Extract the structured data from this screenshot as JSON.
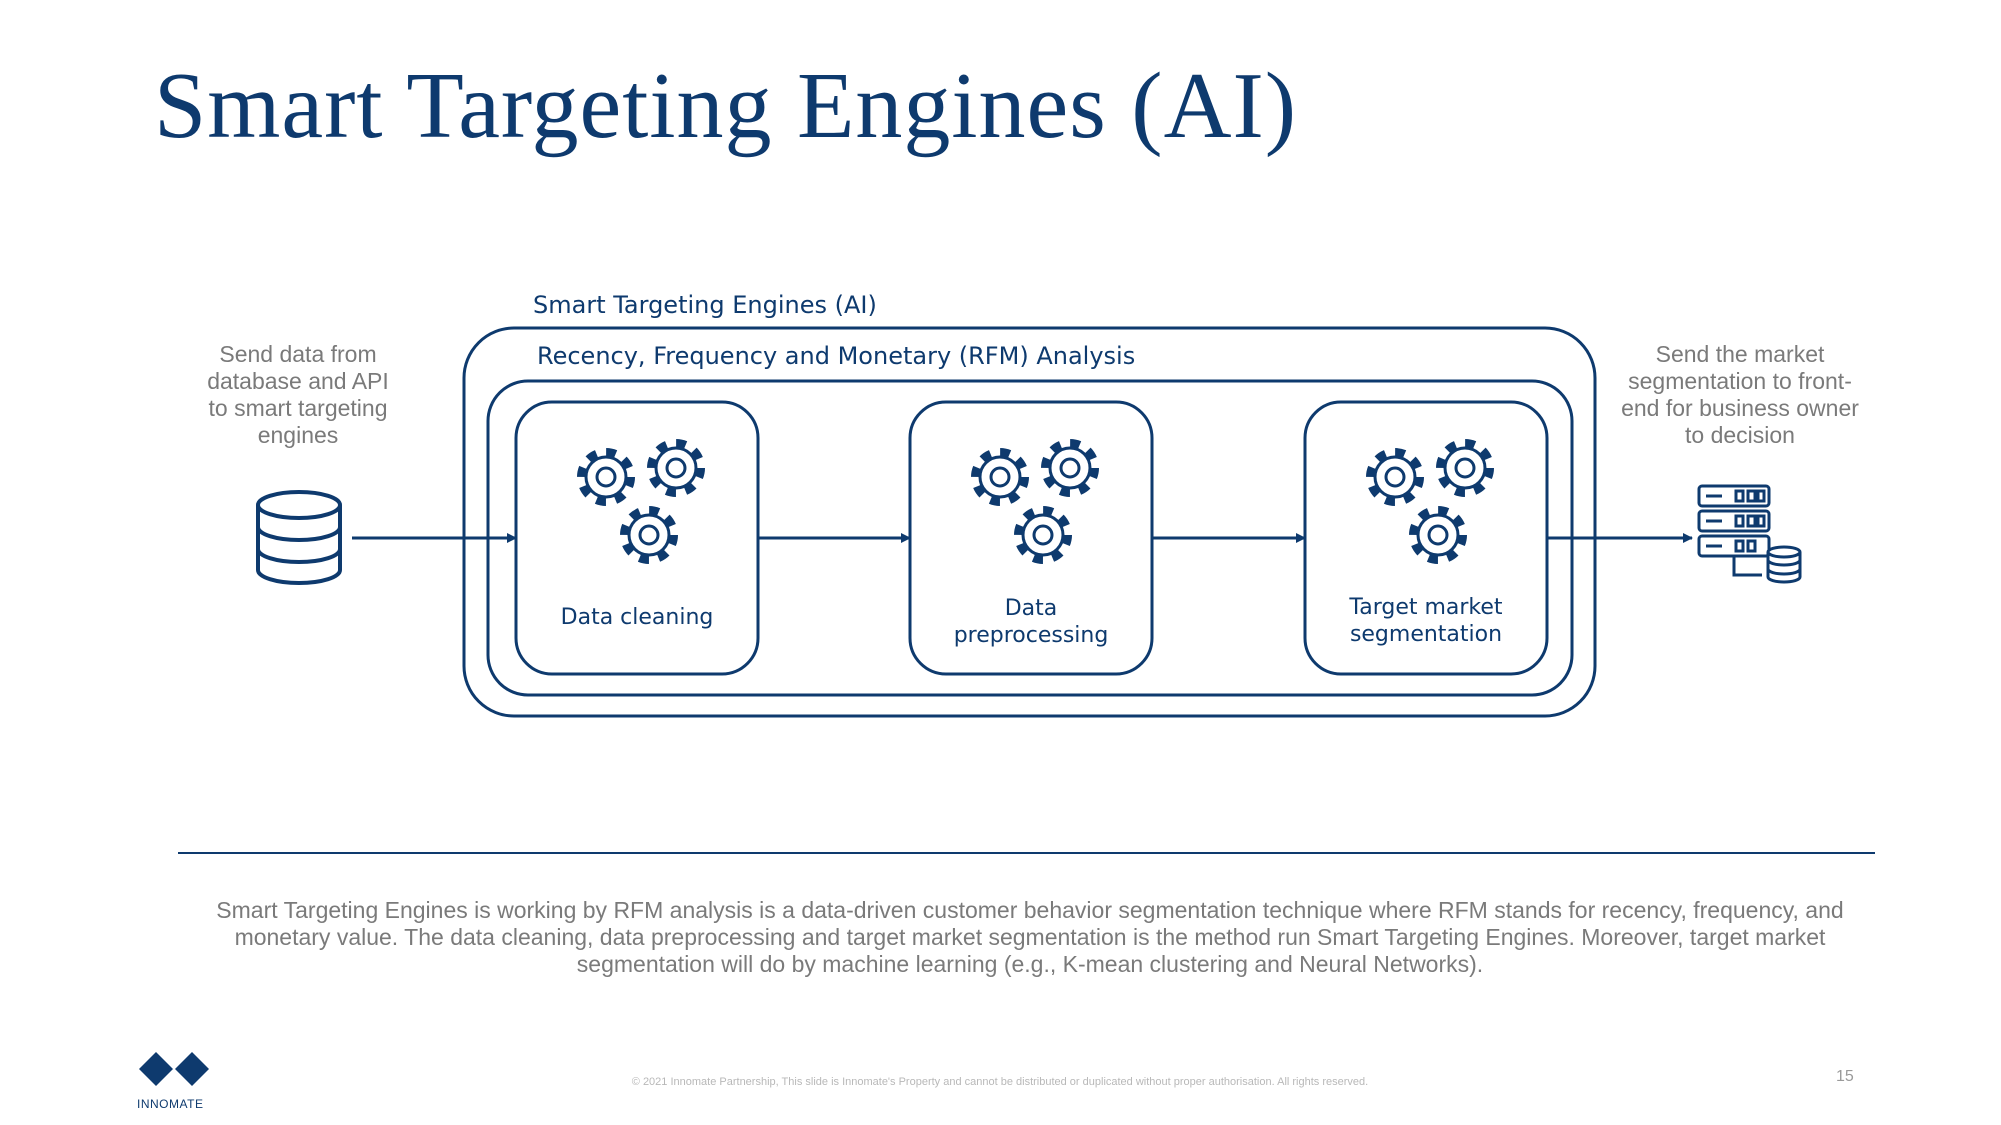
{
  "slide": {
    "title": "Smart Targeting Engines (AI)",
    "left_note": [
      "Send data from",
      "database and API",
      "to smart targeting",
      "engines"
    ],
    "right_note": [
      "Send the market",
      "segmentation to front-",
      "end for business owner",
      "to decision"
    ],
    "outer_box_label": "Smart Targeting Engines (AI)",
    "inner_box_label": "Recency, Frequency and Monetary (RFM) Analysis",
    "steps": [
      {
        "lines": [
          "Data cleaning"
        ]
      },
      {
        "lines": [
          "Data",
          "preprocessing"
        ]
      },
      {
        "lines": [
          "Target market",
          "segmentation"
        ]
      }
    ],
    "description": "Smart Targeting Engines is working by RFM analysis is a data-driven customer behavior segmentation technique where RFM stands for recency, frequency, and monetary value. The data cleaning, data preprocessing and target market segmentation is the method run Smart Targeting Engines. Moreover, target market segmentation will do by machine learning (e.g., K-mean clustering and Neural Networks).",
    "copyright": "© 2021 Innomate Partnership, This slide is Innomate's Property and cannot be distributed or duplicated without proper authorisation. All rights reserved.",
    "page_number": "15",
    "logo_text": "INNOMATE"
  },
  "icons": {
    "source": "database-icon",
    "step": "gears-icon",
    "destination": "server-database-icon"
  },
  "colors": {
    "primary": "#0e3a6e",
    "muted_text": "#7a7a7a"
  }
}
